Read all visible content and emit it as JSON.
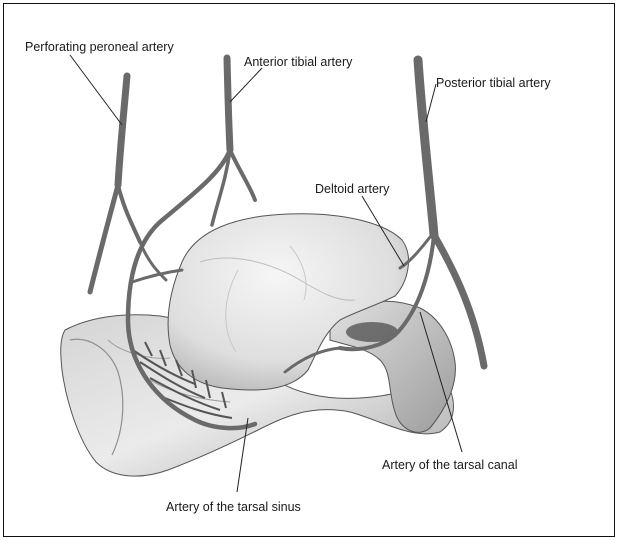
{
  "labels": {
    "perforating_peroneal": "Perforating peroneal artery",
    "anterior_tibial": "Anterior tibial artery",
    "posterior_tibial": "Posterior tibial artery",
    "deltoid": "Deltoid artery",
    "tarsal_canal": "Artery of the tarsal canal",
    "tarsal_sinus": "Artery of the tarsal sinus"
  },
  "colors": {
    "artery": "#6a6a6a",
    "bone_light": "#e6e6e6",
    "bone_shade": "#b4b4b4",
    "leader": "#222222"
  }
}
